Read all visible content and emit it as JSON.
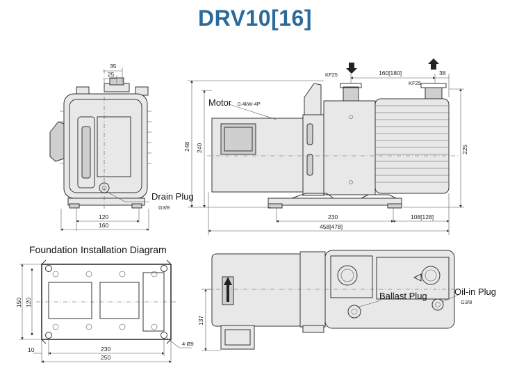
{
  "title": "DRV10[16]",
  "labels": {
    "motor": "Motor",
    "motor_spec": "0.4kW-4P",
    "drain_plug": "Drain Plug",
    "drain_thread": "G3/8",
    "foundation": "Foundation Installation Diagram",
    "ballast_plug": "Ballast Plug",
    "oil_in_plug": "Oil-in Plug",
    "oil_thread": "G3/8",
    "kf_inlet": "KF25",
    "kf_outlet": "KF25",
    "holes": "4-Ø9"
  },
  "dims": {
    "d35": "35",
    "d25": "25",
    "d120": "120",
    "d160": "160",
    "d248": "248",
    "d240": "240",
    "d225": "225",
    "d160_180": "160[180]",
    "d38": "38",
    "d230": "230",
    "d108": "108[128]",
    "d458": "458[478]",
    "f150": "150",
    "f120": "120",
    "f10": "10",
    "f230": "230",
    "f250": "250",
    "t137": "137"
  }
}
